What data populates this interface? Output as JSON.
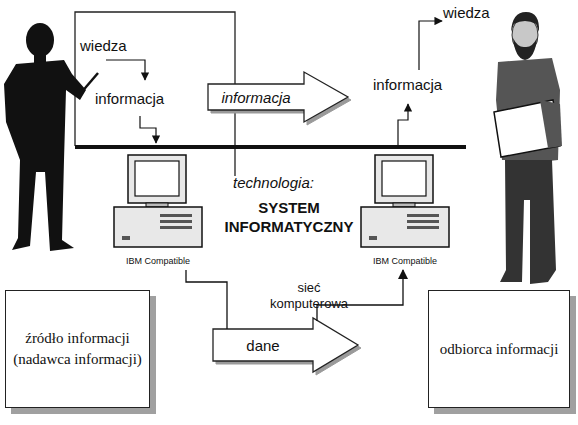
{
  "diagram": {
    "nodes": [
      {
        "text": [
          "informacja"
        ]
      },
      {
        "text": [
          "IBM Compatible"
        ]
      },
      {
        "text": [
          "IBM Compatible"
        ]
      },
      {
        "text": [
          "źródło informacji (nadawca informacji)"
        ]
      },
      {
        "text": [
          "dane"
        ]
      },
      {
        "text": [
          "odbiorca informacji"
        ]
      }
    ],
    "edges": [
      {
        "from": 1,
        "to": 4,
        "arrow": "none"
      },
      {
        "from": 4,
        "to": 2,
        "arrow": "to"
      }
    ],
    "labels": [
      "wiedza",
      "informacja",
      "informacja",
      "wiedza",
      "technologia:",
      "SYSTEM INFORMATYCZNY",
      "sieć komputerowa"
    ]
  }
}
